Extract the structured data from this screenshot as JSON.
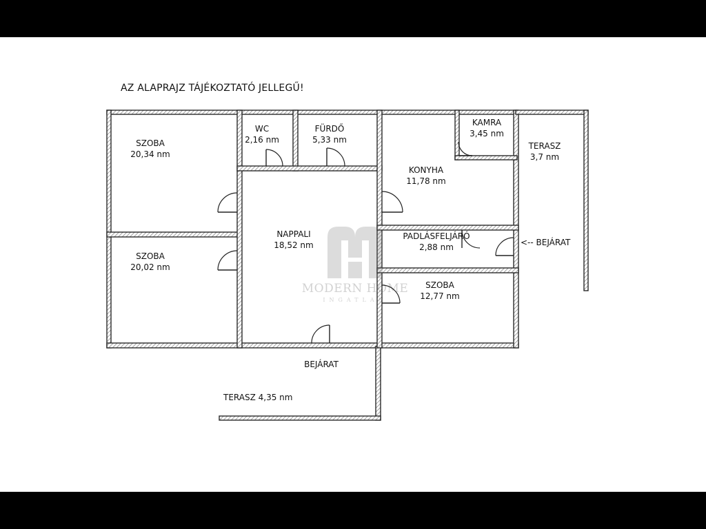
{
  "title": "AZ ALAPRAJZ TÁJÉKOZTATÓ JELLEGŰ!",
  "rooms": {
    "szoba1": {
      "name": "SZOBA",
      "area": "20,34 nm"
    },
    "szoba2": {
      "name": "SZOBA",
      "area": "20,02 nm"
    },
    "wc": {
      "name": "WC",
      "area": "2,16 nm"
    },
    "furdo": {
      "name": "FÜRDŐ",
      "area": "5,33 nm"
    },
    "kamra": {
      "name": "KAMRA",
      "area": "3,45 nm"
    },
    "konyha": {
      "name": "KONYHA",
      "area": "11,78 nm"
    },
    "terasz1": {
      "name": "TERASZ",
      "area": "3,7 nm"
    },
    "nappali": {
      "name": "NAPPALI",
      "area": "18,52 nm"
    },
    "padlas": {
      "name": "PADLÁSFELJÁRÓ",
      "area": "2,88 nm"
    },
    "szoba3": {
      "name": "SZOBA",
      "area": "12,77 nm"
    },
    "terasz2": {
      "name": "TERASZ 4,35 nm"
    }
  },
  "entrances": {
    "side": "<-- BEJÁRAT",
    "front": "BEJÁRAT"
  },
  "watermark": {
    "brand": "MODERN HOME",
    "sub": "INGATLAN"
  },
  "colors": {
    "wall": "#2a2a2a",
    "hatch": "#9a9a9a",
    "background": "#ffffff",
    "letterbox": "#000000"
  }
}
